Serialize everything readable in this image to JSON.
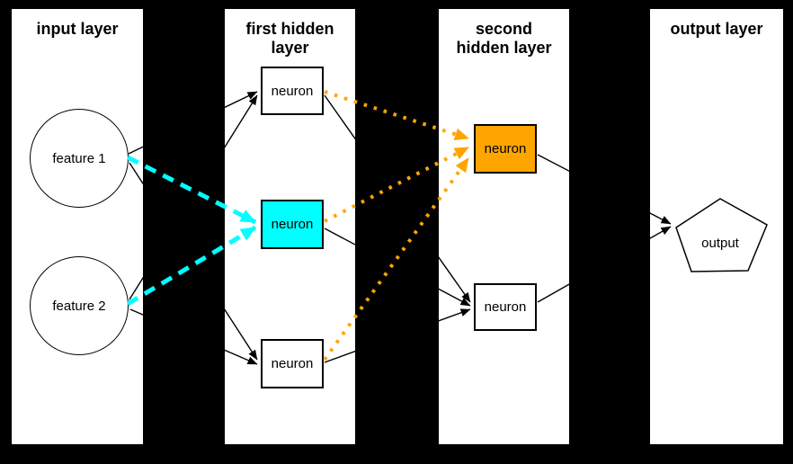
{
  "diagram_type": "neural-network-diagram",
  "background_color": "#000000",
  "panel_color": "#ffffff",
  "colors": {
    "highlight_cyan": "#00ffff",
    "highlight_orange": "#ffa500",
    "edge_black": "#000000",
    "node_border": "#000000",
    "text": "#000000"
  },
  "layers": [
    {
      "id": "input",
      "title": "input layer"
    },
    {
      "id": "hidden1",
      "title": "first hidden\nlayer"
    },
    {
      "id": "hidden2",
      "title": "second\nhidden layer"
    },
    {
      "id": "output",
      "title": "output layer"
    }
  ],
  "nodes": [
    {
      "id": "feature1",
      "label": "feature 1",
      "shape": "circle",
      "layer": "input",
      "fill": "#ffffff"
    },
    {
      "id": "feature2",
      "label": "feature 2",
      "shape": "circle",
      "layer": "input",
      "fill": "#ffffff"
    },
    {
      "id": "h1-top",
      "label": "neuron",
      "shape": "rect",
      "layer": "hidden1",
      "fill": "#ffffff"
    },
    {
      "id": "h1-middle",
      "label": "neuron",
      "shape": "rect",
      "layer": "hidden1",
      "fill": "#00ffff"
    },
    {
      "id": "h1-bottom",
      "label": "neuron",
      "shape": "rect",
      "layer": "hidden1",
      "fill": "#ffffff"
    },
    {
      "id": "h2-top",
      "label": "neuron",
      "shape": "rect",
      "layer": "hidden2",
      "fill": "#ffa500"
    },
    {
      "id": "h2-bottom",
      "label": "neuron",
      "shape": "rect",
      "layer": "hidden2",
      "fill": "#ffffff"
    },
    {
      "id": "output",
      "label": "output",
      "shape": "pentagon",
      "layer": "output",
      "fill": "#ffffff"
    }
  ],
  "connections": [
    {
      "from": "feature1",
      "to": "h1-top",
      "style": "solid-black-arrow"
    },
    {
      "from": "feature2",
      "to": "h1-top",
      "style": "solid-black-arrow"
    },
    {
      "from": "feature1",
      "to": "h1-bottom",
      "style": "solid-black-arrow"
    },
    {
      "from": "feature2",
      "to": "h1-bottom",
      "style": "solid-black-arrow"
    },
    {
      "from": "feature1",
      "to": "h1-middle",
      "style": "dashed-cyan-arrow"
    },
    {
      "from": "feature2",
      "to": "h1-middle",
      "style": "dashed-cyan-arrow"
    },
    {
      "from": "h1-top",
      "to": "h2-top",
      "style": "dotted-orange-arrow"
    },
    {
      "from": "h1-middle",
      "to": "h2-top",
      "style": "dotted-orange-arrow"
    },
    {
      "from": "h1-bottom",
      "to": "h2-top",
      "style": "dotted-orange-arrow"
    },
    {
      "from": "h1-top",
      "to": "h2-bottom",
      "style": "solid-black-arrow"
    },
    {
      "from": "h1-middle",
      "to": "h2-bottom",
      "style": "solid-black-arrow"
    },
    {
      "from": "h1-bottom",
      "to": "h2-bottom",
      "style": "solid-black-arrow"
    },
    {
      "from": "h2-top",
      "to": "output",
      "style": "solid-black-arrow"
    },
    {
      "from": "h2-bottom",
      "to": "output",
      "style": "solid-black-arrow"
    }
  ]
}
